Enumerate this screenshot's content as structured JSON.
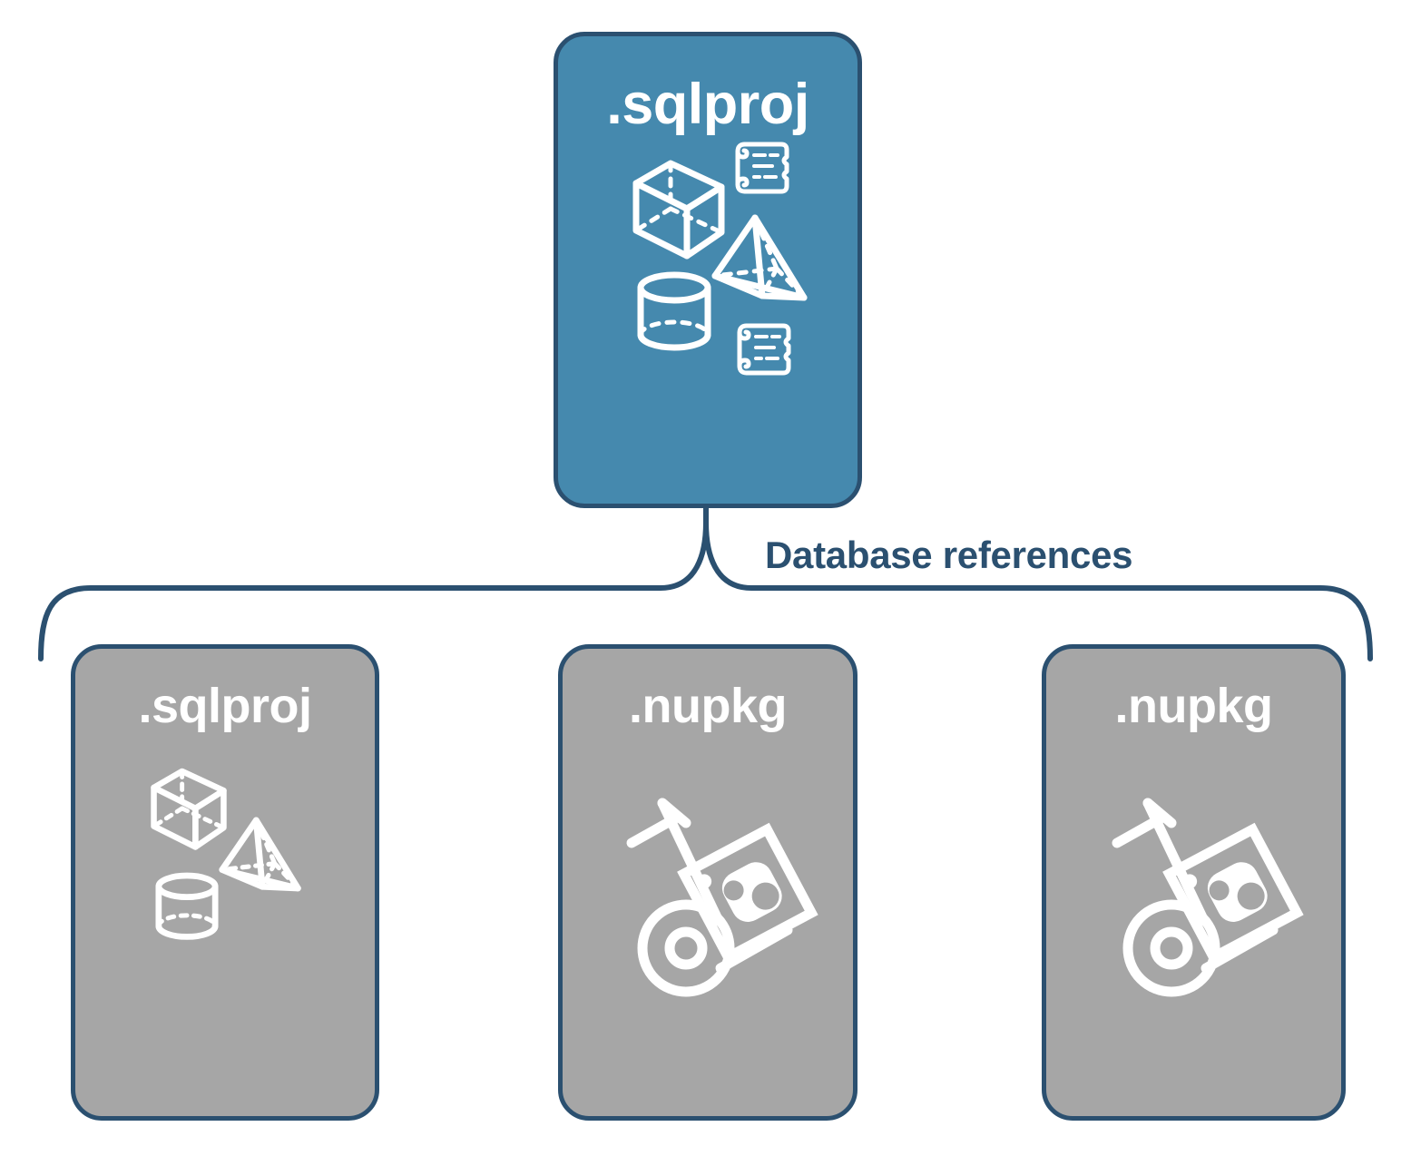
{
  "diagram": {
    "title": "Database references",
    "colors": {
      "primary_card_fill": "#4589AE",
      "secondary_card_fill": "#A6A6A6",
      "card_border": "#2B5070",
      "label_text": "#2B5070",
      "card_text": "#FFFFFF",
      "background": "#FFFFFF"
    },
    "connector": {
      "type": "curly-brace",
      "label": "Database references",
      "orientation": "downward",
      "branch_count": 3
    }
  },
  "root_node": {
    "label": ".sqlproj",
    "style": "primary",
    "icons": [
      "cube-icon",
      "scroll-icon",
      "pyramid-icon",
      "cylinder-icon",
      "scroll-icon"
    ]
  },
  "child_nodes": [
    {
      "label": ".sqlproj",
      "style": "secondary",
      "icons": [
        "cube-icon",
        "pyramid-icon",
        "cylinder-icon"
      ]
    },
    {
      "label": ".nupkg",
      "style": "secondary",
      "icons": [
        "hand-truck-package-icon"
      ]
    },
    {
      "label": ".nupkg",
      "style": "secondary",
      "icons": [
        "hand-truck-package-icon"
      ]
    }
  ]
}
